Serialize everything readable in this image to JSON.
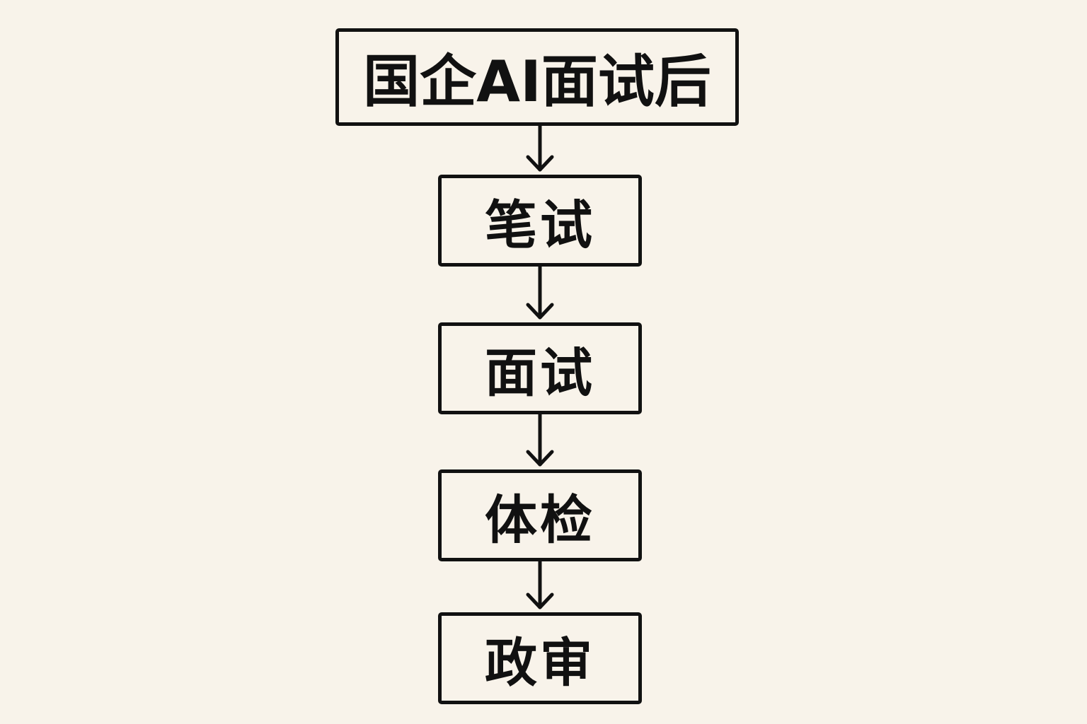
{
  "flow": {
    "start": "国企AI面试后",
    "steps": [
      "笔试",
      "面试",
      "体检",
      "政审"
    ]
  },
  "colors": {
    "background": "#f8f3ea",
    "stroke": "#111111"
  }
}
